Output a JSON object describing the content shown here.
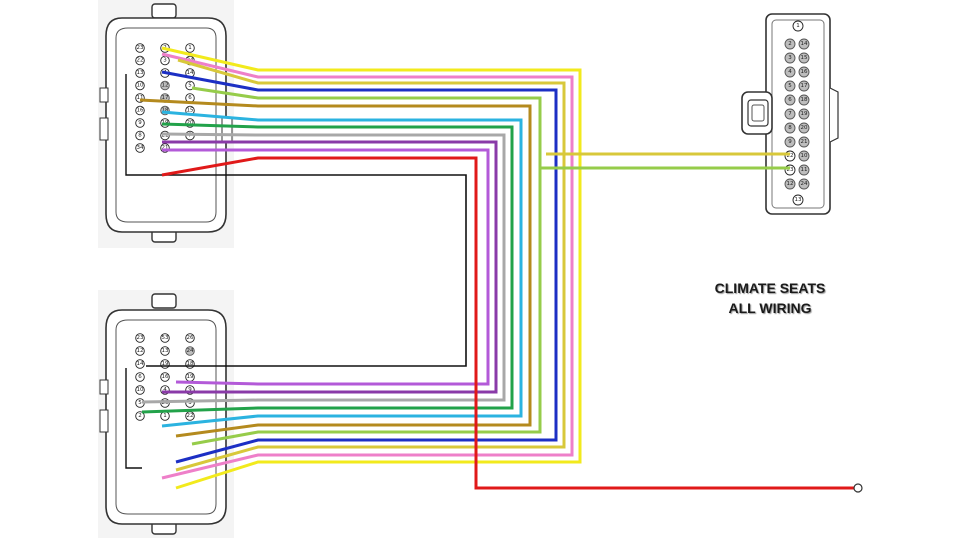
{
  "title": {
    "line1": "CLIMATE SEATS",
    "line2": "ALL WIRING"
  },
  "colors": {
    "yellow": "#f2ea1c",
    "pink": "#ee7fc9",
    "olive_yellow": "#d8c83a",
    "blue": "#1c2fc4",
    "lime": "#96cc4a",
    "brown": "#b48a1e",
    "cyan": "#2bb3e0",
    "green": "#22a24a",
    "grey": "#a8a8a8",
    "purple": "#8a3aa8",
    "violet": "#b35ad8",
    "red": "#e01919",
    "black": "#111111"
  },
  "connectors": {
    "top_left": {
      "pins": [
        "23",
        "2",
        "1",
        "22",
        "3",
        "24",
        "13",
        "4",
        "14",
        "10",
        "12",
        "5",
        "11",
        "17",
        "6",
        "16",
        "18",
        "15",
        "9",
        "19",
        "20",
        "8",
        "21",
        "7",
        "34",
        "21"
      ]
    },
    "bottom_left": {
      "pins": [
        "23",
        "53",
        "26",
        "12",
        "13",
        "24",
        "14",
        "19",
        "18",
        "6",
        "16",
        "19",
        "10",
        "4",
        "9",
        "5",
        "20",
        "3",
        "2",
        "1",
        "22"
      ]
    },
    "right": {
      "pins": [
        "1",
        "2",
        "3",
        "4",
        "5",
        "6",
        "7",
        "8",
        "9",
        "10",
        "11",
        "12",
        "13",
        "14",
        "15",
        "16",
        "17",
        "18",
        "19",
        "20",
        "21",
        "22",
        "23",
        "24"
      ],
      "active_pins": [
        "22",
        "23"
      ]
    }
  }
}
